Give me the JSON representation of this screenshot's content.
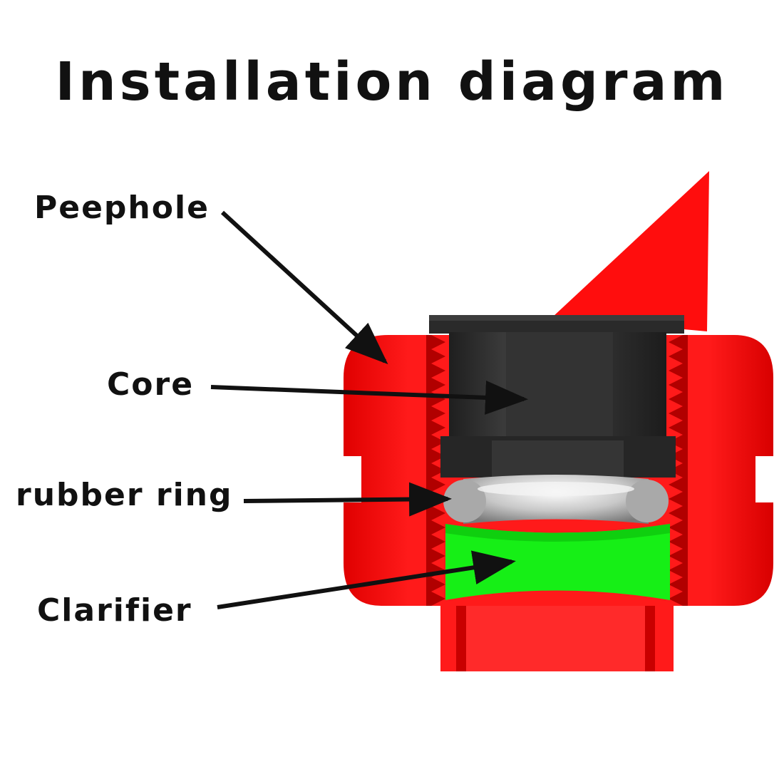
{
  "title": "Installation diagram",
  "labels": {
    "peephole": "Peephole",
    "core": "Core",
    "rubber_ring": "rubber ring",
    "clarifier": "Clarifier"
  },
  "colors": {
    "body": "#ff0d0d",
    "core": "#2e2e2e",
    "ring": "#a6a6a6",
    "clarifier": "#16ef16",
    "text": "#111111"
  }
}
